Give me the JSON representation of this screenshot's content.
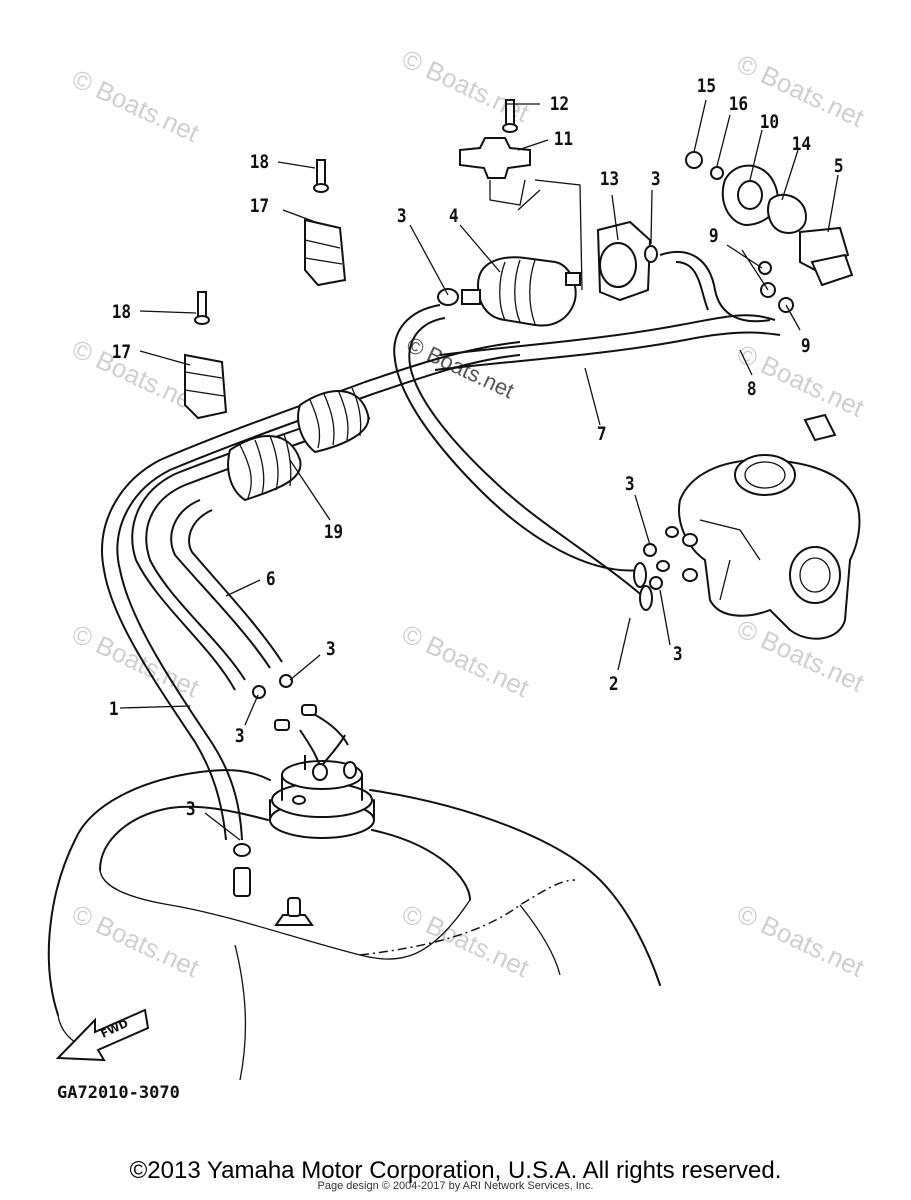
{
  "diagram": {
    "watermark_text": "© Boats.net",
    "part_code": "GA72010-3070",
    "fwd_label": "FWD",
    "callouts": {
      "c1": "1",
      "c2": "2",
      "c3": "3",
      "c4": "4",
      "c5": "5",
      "c6": "6",
      "c7": "7",
      "c8": "8",
      "c9": "9",
      "c10": "10",
      "c11": "11",
      "c12": "12",
      "c13": "13",
      "c14": "14",
      "c15": "15",
      "c16": "16",
      "c17": "17",
      "c18": "18",
      "c19": "19"
    }
  },
  "footer": {
    "copyright": "©2013 Yamaha Motor Corporation, U.S.A. All rights reserved.",
    "page_credit": "Page design © 2004-2017 by ARI Network Services, Inc."
  }
}
